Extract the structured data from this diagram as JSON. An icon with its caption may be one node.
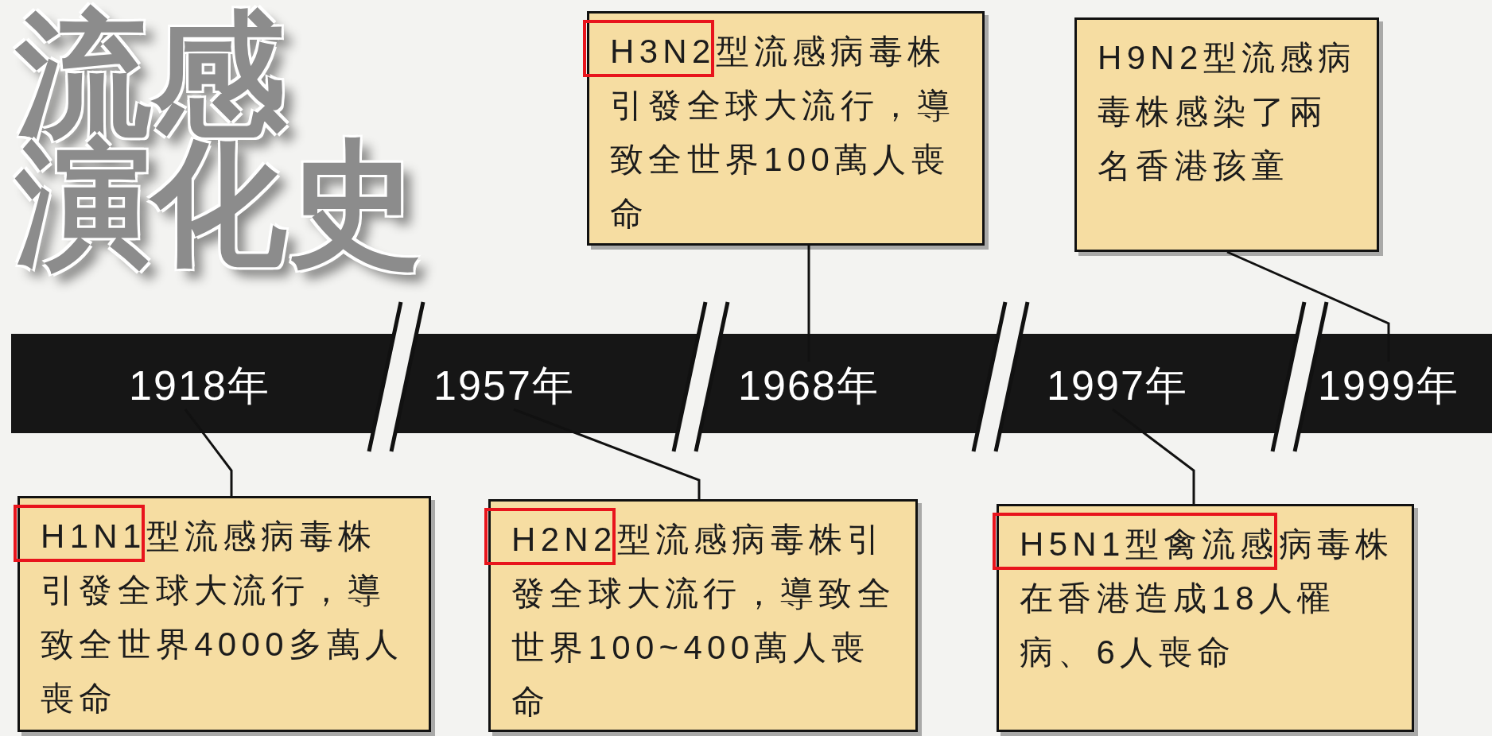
{
  "diagram": {
    "title": "流感演化史",
    "nodes": [
      {
        "text": [],
        "shape": "bar"
      },
      {
        "text": [
          "1918年"
        ],
        "in": 0
      },
      {
        "text": [
          "1957年"
        ],
        "in": 0
      },
      {
        "text": [
          "1968年"
        ],
        "in": 0
      },
      {
        "text": [
          "1997年"
        ],
        "in": 0
      },
      {
        "text": [
          "1999年"
        ],
        "in": 0
      },
      {
        "text": [
          "H1N1型流感病毒株引發全球大流行，導致全世界4000多萬人喪命"
        ]
      },
      {
        "text": [
          "H2N2型流感病毒株引發全球大流行，導致全世界100~400萬人喪命"
        ]
      },
      {
        "text": [
          "H3N2型流感病毒株引發全球大流行，導致全世界100萬人喪命"
        ]
      },
      {
        "text": [
          "H9N2型流感病毒株感染了兩名香港孩童"
        ]
      },
      {
        "text": [
          "H5N1型禽流感病毒株在香港造成18人罹病、6人喪命"
        ]
      }
    ],
    "edges": [
      {
        "from": 1,
        "to": 6,
        "arrow": "none"
      },
      {
        "from": 2,
        "to": 7,
        "arrow": "none"
      },
      {
        "from": 3,
        "to": 8,
        "arrow": "none"
      },
      {
        "from": 5,
        "to": 9,
        "arrow": "none"
      },
      {
        "from": 4,
        "to": 10,
        "arrow": "none"
      }
    ]
  }
}
